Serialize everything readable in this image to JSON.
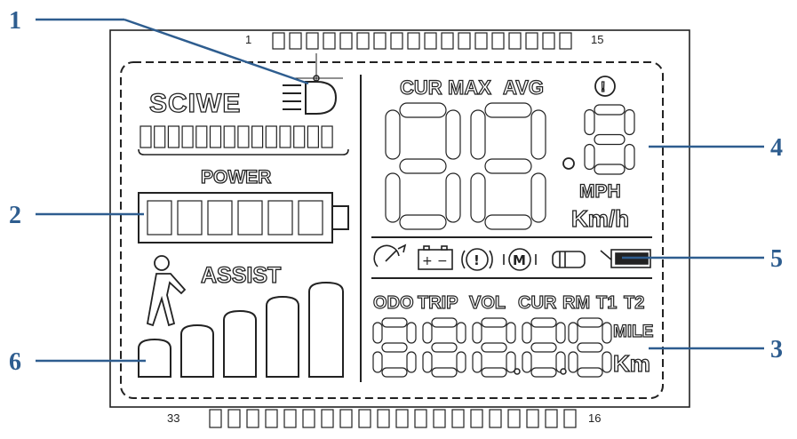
{
  "callouts": [
    "1",
    "2",
    "3",
    "4",
    "5",
    "6"
  ],
  "pins": {
    "top_first": "1",
    "top_last": "15",
    "bottom_first": "33",
    "bottom_last": "16"
  },
  "brand": "SCIWE",
  "power_label": "POWER",
  "assist_label": "ASSIST",
  "speed_modes": [
    "CUR",
    "MAX",
    "AVG"
  ],
  "speed_units": [
    "MPH",
    "Km/h"
  ],
  "odo_labels": [
    "ODO",
    "TRIP",
    "VOL",
    "CUR",
    "RM",
    "T1",
    "T2"
  ],
  "distance_units": [
    "MILE",
    "Km"
  ],
  "status_icons": [
    "speedometer-icon",
    "battery-icon",
    "warning-icon",
    "motor-icon",
    "throttle-icon",
    "phone-icon"
  ],
  "headlight_icon": "headlight-icon",
  "walk_icon": "walk-assist-icon",
  "colors": {
    "callout": "#2e5d8f",
    "outline": "#222222"
  }
}
